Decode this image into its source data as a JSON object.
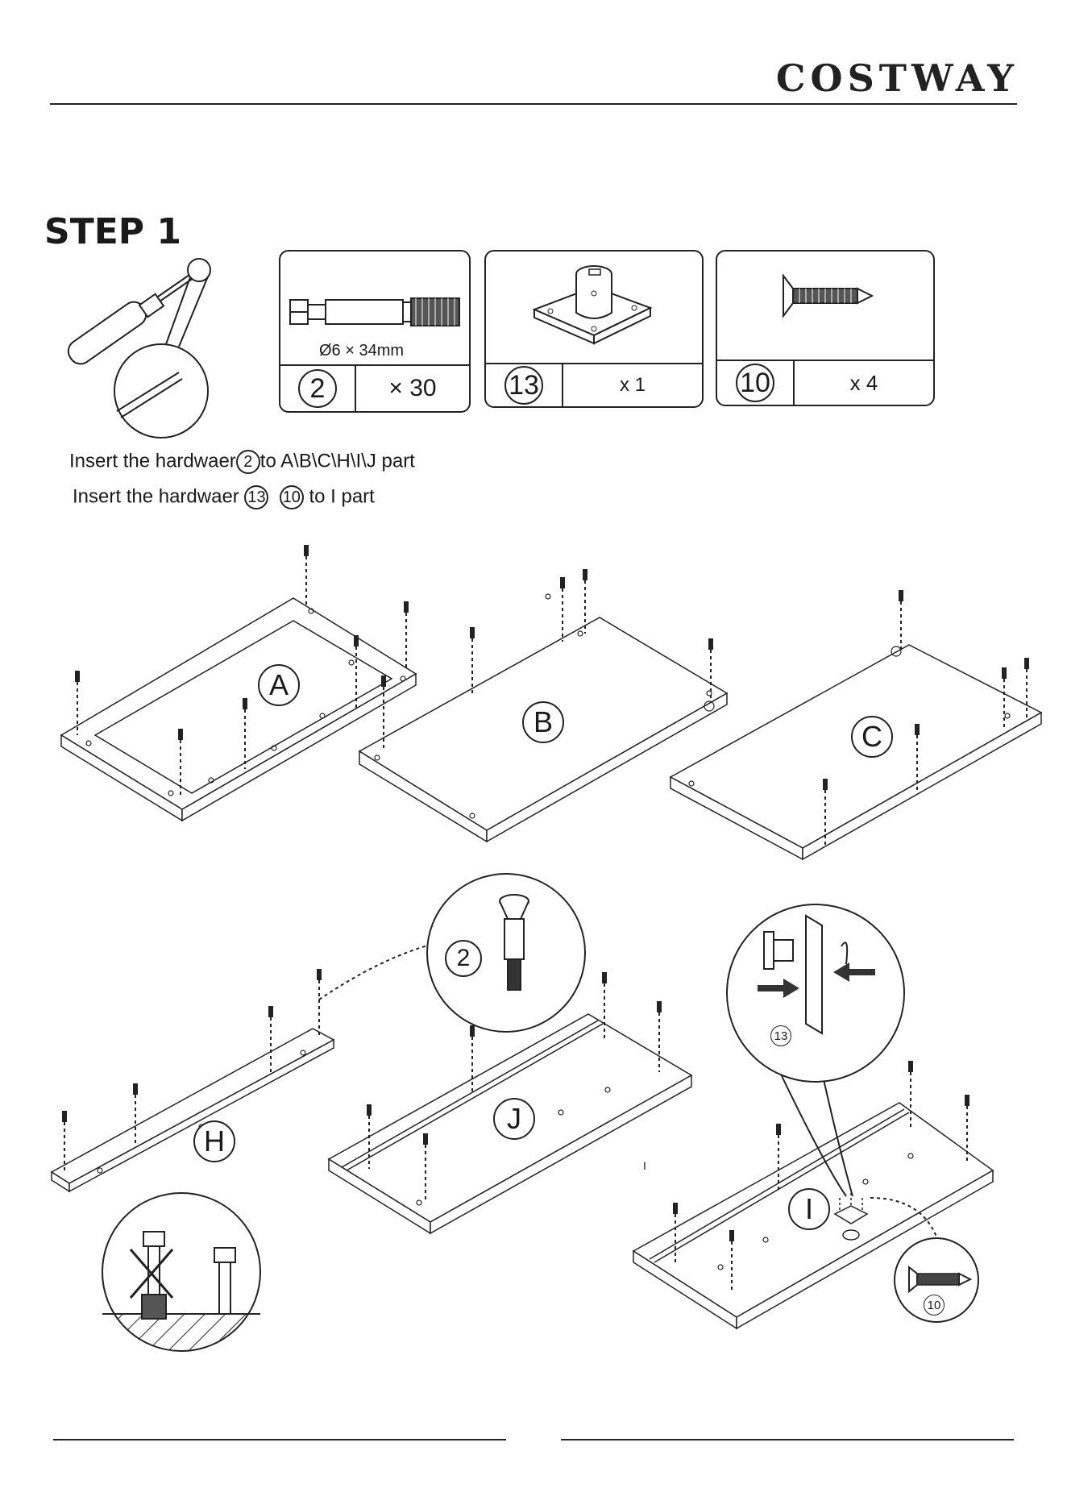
{
  "header": {
    "brand": "COSTWAY"
  },
  "step": {
    "title": "STEP 1"
  },
  "hardware": [
    {
      "number": "2",
      "quantity": "× 30",
      "spec": "Ø6 × 34mm",
      "icon": "cam-bolt-icon"
    },
    {
      "number": "13",
      "quantity": "x 1",
      "icon": "bracket-icon"
    },
    {
      "number": "10",
      "quantity": "x 4",
      "icon": "screw-icon"
    }
  ],
  "instructions": [
    {
      "pre": "Insert the hardwaer",
      "n1": "2",
      "mid": "",
      "n2": "",
      "post": "to A\\B\\C\\H\\I\\J part"
    },
    {
      "pre": "Insert the hardwaer ",
      "n1": "13",
      "mid": "  ",
      "n2": "10",
      "post": " to I part"
    }
  ],
  "parts": {
    "a": "A",
    "b": "B",
    "c": "C",
    "h": "H",
    "j": "J",
    "i": "I"
  },
  "details": {
    "bolt_number": "2",
    "bracket_number": "13",
    "screw_number": "10"
  },
  "stray_mark": "I"
}
